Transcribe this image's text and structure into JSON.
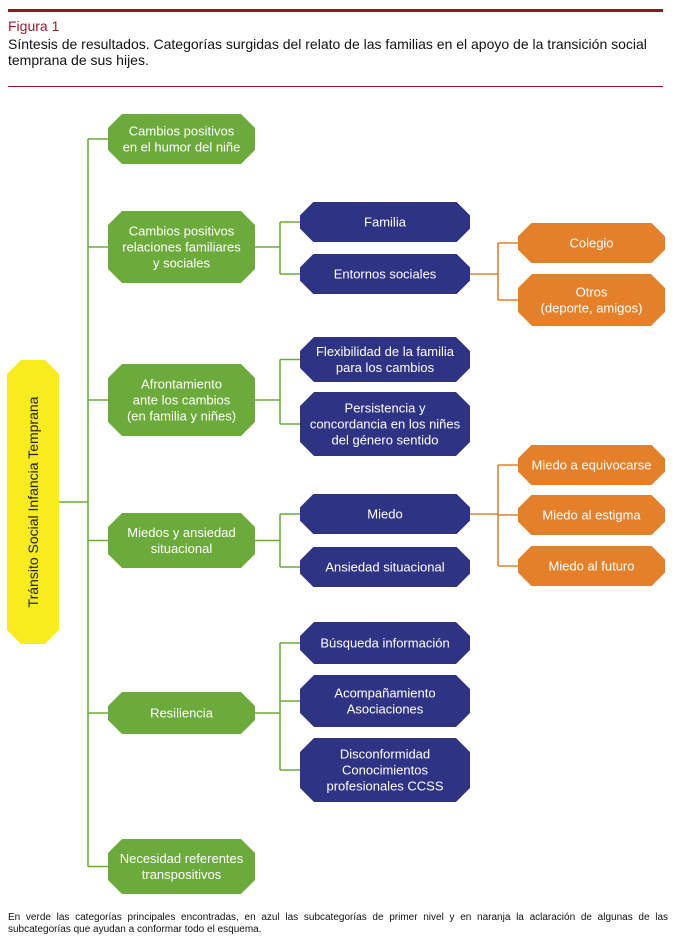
{
  "figure": {
    "label": "Figura 1",
    "title": "Síntesis de resultados. Categorías surgidas del relato de las familias en el apoyo de la transición social temprana de sus hijes.",
    "note": "En verde las categorías principales encontradas, en azul las subcategorías de primer nivel y en naranja la aclaración de algunas de las subcategorías que ayudan a conformar todo el esquema."
  },
  "colors": {
    "root": "#f7ec1e",
    "category": "#6cab3b",
    "subcategory": "#2e3383",
    "clarification": "#e5802a",
    "connector_green": "#6cab3b",
    "connector_orange": "#e5802a",
    "rule": "#8b1a24"
  },
  "diagram": {
    "root": {
      "label": "Tránsito Social Infancia Temprana"
    },
    "categories": [
      {
        "label": "Cambios positivos\nen el humor del niñe",
        "children": []
      },
      {
        "label": "Cambios positivos\nrelaciones familiares\ny sociales",
        "children": [
          {
            "label": "Familia",
            "children": []
          },
          {
            "label": "Entornos sociales",
            "children": [
              {
                "label": "Colegio"
              },
              {
                "label": "Otros\n(deporte, amigos)"
              }
            ]
          }
        ]
      },
      {
        "label": "Afrontamiento\nante los cambios\n(en familia y niñes)",
        "children": [
          {
            "label": "Flexibilidad de la familia\npara los cambios",
            "children": []
          },
          {
            "label": "Persistencia y\nconcordancia en los niñes\ndel género sentido",
            "children": []
          }
        ]
      },
      {
        "label": "Miedos y ansiedad\nsituacional",
        "children": [
          {
            "label": "Miedo",
            "children": [
              {
                "label": "Miedo a equivocarse"
              },
              {
                "label": "Miedo al estigma"
              },
              {
                "label": "Miedo al futuro"
              }
            ]
          },
          {
            "label": "Ansiedad situacional",
            "children": []
          }
        ]
      },
      {
        "label": "Resiliencia",
        "children": [
          {
            "label": "Búsqueda información",
            "children": []
          },
          {
            "label": "Acompañamiento\nAsociaciones",
            "children": []
          },
          {
            "label": "Disconformidad\nConocimientos\nprofesionales CCSS",
            "children": []
          }
        ]
      },
      {
        "label": "Necesidad referentes\ntranspositivos",
        "children": []
      }
    ]
  }
}
